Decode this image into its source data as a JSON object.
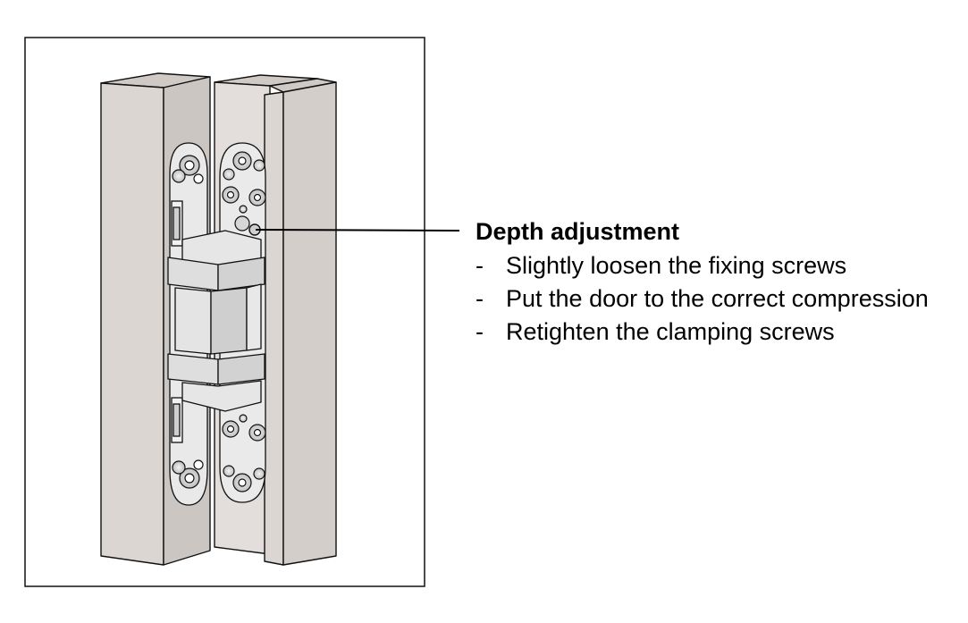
{
  "callout": {
    "title": "Depth adjustment",
    "steps": [
      {
        "marker": "-",
        "text": "Slightly loosen the fixing screws"
      },
      {
        "marker": "-",
        "text": "Put the door to the correct compression"
      },
      {
        "marker": "-",
        "text": "Retighten the clamping screws"
      }
    ]
  },
  "colors": {
    "panel": "#dcd6d3",
    "plate": "#e8e8e8",
    "stroke": "#111111",
    "background": "#ffffff"
  }
}
